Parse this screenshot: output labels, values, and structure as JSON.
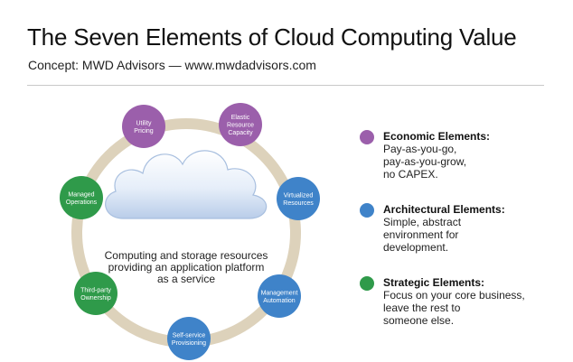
{
  "title": "The Seven Elements of Cloud Computing Value",
  "subtitle": "Concept: MWD Advisors — www.mwdadvisors.com",
  "colors": {
    "economic": "#9b5fab",
    "architectural": "#3f83c9",
    "strategic": "#2f9a4a",
    "ring": "#ddd2bb"
  },
  "center": {
    "lines": [
      "Computing and storage resources",
      "providing an application platform",
      "as a service"
    ]
  },
  "nodes": [
    {
      "lines": [
        "Utility",
        "Pricing"
      ],
      "category": "economic"
    },
    {
      "lines": [
        "Elastic",
        "Resource",
        "Capacity"
      ],
      "category": "economic"
    },
    {
      "lines": [
        "Virtualized",
        "Resources"
      ],
      "category": "architectural"
    },
    {
      "lines": [
        "Management",
        "Automation"
      ],
      "category": "architectural"
    },
    {
      "lines": [
        "Self-service",
        "Provisioning"
      ],
      "category": "architectural"
    },
    {
      "lines": [
        "Third-party",
        "Ownership"
      ],
      "category": "strategic"
    },
    {
      "lines": [
        "Managed",
        "Operations"
      ],
      "category": "strategic"
    }
  ],
  "legend": [
    {
      "heading": "Economic Elements:",
      "text": "Pay-as-you-go,\npay-as-you-grow,\nno CAPEX.",
      "category": "economic"
    },
    {
      "heading": "Architectural Elements:",
      "text": "Simple, abstract\nenvironment for\ndevelopment.",
      "category": "architectural"
    },
    {
      "heading": "Strategic Elements:",
      "text": "Focus on your core business,\nleave the rest to\nsomeone else.",
      "category": "strategic"
    }
  ]
}
